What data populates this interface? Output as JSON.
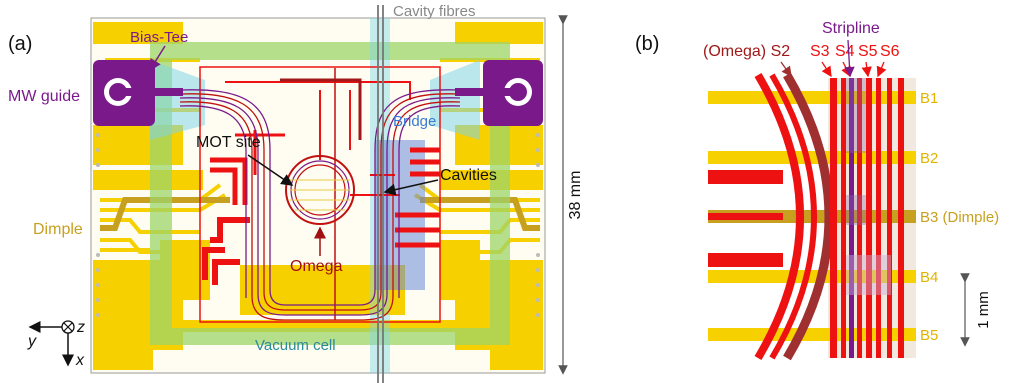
{
  "colors": {
    "gold": "#f7d000",
    "dark_gold": "#c8a020",
    "red": "#ee1111",
    "dark_red": "#c01010",
    "brown": "#a03030",
    "purple": "#7a1a8a",
    "cyan": "#7fd6e6",
    "green": "#9ed46a",
    "blue": "#3a7bd5",
    "teal": "#2a8a9a",
    "gray": "#888888"
  },
  "panel_a": {
    "panel_label": "(a)",
    "labels": {
      "cavity_fibres": "Cavity fibres",
      "bias_tee": "Bias-Tee",
      "mw_guide": "MW guide",
      "mot_site": "MOT site",
      "bridge": "Bridge",
      "cavities": "Cavities",
      "dimple": "Dimple",
      "omega": "Omega",
      "vacuum_cell": "Vacuum cell",
      "dimension": "38 mm"
    },
    "axes": {
      "y": "y",
      "z": "z",
      "x": "x"
    }
  },
  "panel_b": {
    "panel_label": "(b)",
    "labels": {
      "stripline": "Stripline",
      "omega_s2": "(Omega) S2",
      "s3": "S3",
      "s4": "S4",
      "s5": "S5",
      "s6": "S6",
      "scale": "1 mm"
    },
    "bars": [
      "B1",
      "B2",
      "B3 (Dimple)",
      "B4",
      "B5"
    ]
  }
}
